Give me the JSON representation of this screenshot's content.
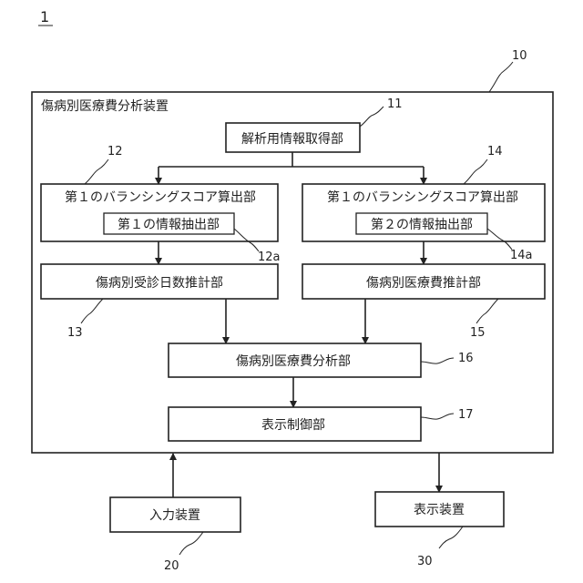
{
  "figure_number": "1",
  "outer": {
    "label": "傷病別医療費分析装置",
    "ref": "10"
  },
  "blocks": {
    "acquire": {
      "label": "解析用情報取得部",
      "ref": "11"
    },
    "balance_left": {
      "label": "第１のバランシングスコア算出部",
      "ref": "12"
    },
    "extract_left": {
      "label": "第１の情報抽出部",
      "ref": "12a"
    },
    "balance_right": {
      "label": "第１のバランシングスコア算出部",
      "ref": "14"
    },
    "extract_right": {
      "label": "第２の情報抽出部",
      "ref": "14a"
    },
    "days_estimate": {
      "label": "傷病別受診日数推計部",
      "ref": "13"
    },
    "cost_estimate": {
      "label": "傷病別医療費推計部",
      "ref": "15"
    },
    "cost_analysis": {
      "label": "傷病別医療費分析部",
      "ref": "16"
    },
    "display_control": {
      "label": "表示制御部",
      "ref": "17"
    },
    "input_device": {
      "label": "入力装置",
      "ref": "20"
    },
    "display_device": {
      "label": "表示装置",
      "ref": "30"
    }
  }
}
